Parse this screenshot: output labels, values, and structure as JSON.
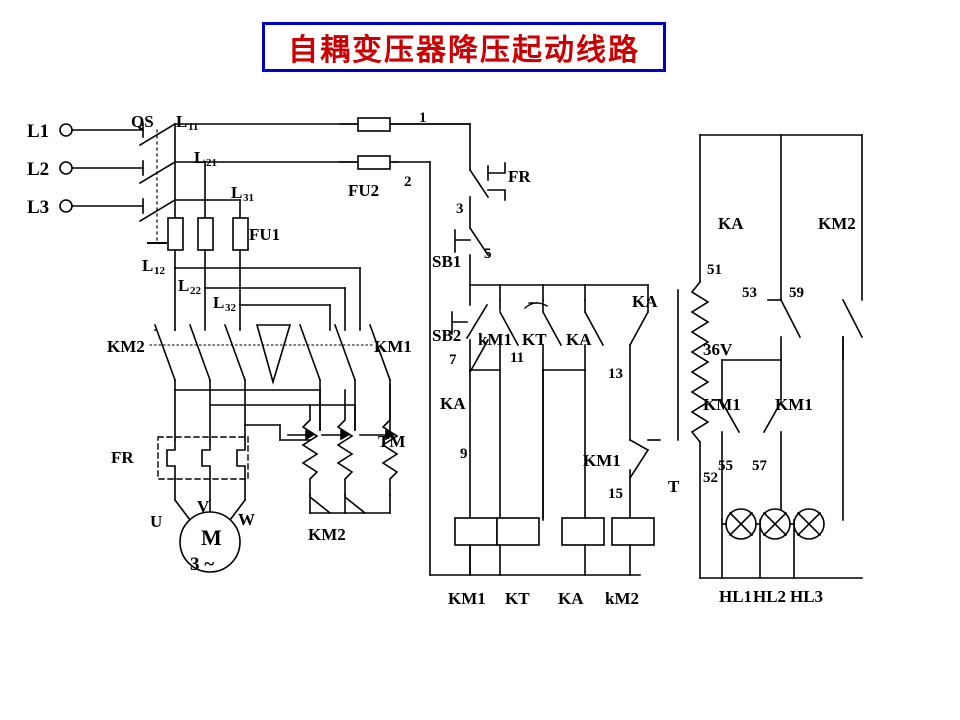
{
  "title": {
    "text": "自耦变压器降压起动线路",
    "text_color": "#cc0000",
    "border_color": "#0000cc"
  },
  "diagram": {
    "type": "electrical-schematic",
    "name": "Autotransformer step-down starting circuit",
    "power_circuit": {
      "supply_terminals": [
        "L1",
        "L2",
        "L3"
      ],
      "switch": "QS",
      "after_switch_labels": [
        "L11",
        "L21",
        "L31"
      ],
      "fuses_main": "FU1",
      "after_fuse_labels": [
        "L12",
        "L22",
        "L32"
      ],
      "contactor_left": "KM2",
      "contactor_right": "KM1",
      "overload_relay": "FR",
      "autotransformer": "TM",
      "autotransformer_shorting_contactor": "KM2",
      "motor": {
        "symbol": "M",
        "phase": "3 ~",
        "terminals": [
          "U",
          "V",
          "W"
        ]
      }
    },
    "control_circuit": {
      "fuses": "FU2",
      "nodes": [
        "1",
        "2",
        "3",
        "5",
        "7",
        "9",
        "11",
        "13",
        "15"
      ],
      "contacts": [
        {
          "label": "FR",
          "type": "nc-thermal"
        },
        {
          "label": "SB1",
          "type": "nc-push-button"
        },
        {
          "label": "SB2",
          "type": "no-push-button"
        },
        {
          "label": "kM1",
          "type": "no-aux"
        },
        {
          "label": "KT",
          "type": "timer-no"
        },
        {
          "label": "KA",
          "type": "no-aux"
        },
        {
          "label": "KA",
          "type": "no-aux"
        },
        {
          "label": "KA",
          "type": "no-aux"
        },
        {
          "label": "KM1",
          "type": "nc-aux"
        }
      ],
      "coils": [
        "KM1",
        "KT",
        "KA",
        "kM2"
      ]
    },
    "indicator_circuit": {
      "transformer": "T",
      "secondary_voltage": "36V",
      "nodes": [
        "51",
        "52",
        "53",
        "55",
        "57",
        "59"
      ],
      "contacts": [
        {
          "label": "KA",
          "type": "no-aux"
        },
        {
          "label": "KM2",
          "type": "no-aux"
        },
        {
          "label": "KM1",
          "type": "nc-aux"
        },
        {
          "label": "KM1",
          "type": "no-aux"
        }
      ],
      "lamps": [
        "HL1",
        "HL2",
        "HL3"
      ]
    }
  },
  "labels": {
    "L1": "L1",
    "L2": "L2",
    "L3": "L3",
    "QS": "QS",
    "L11": "L",
    "L11s": "11",
    "L21": "L",
    "L21s": "21",
    "L31": "L",
    "L31s": "31",
    "FU1": "FU1",
    "L12": "L",
    "L12s": "12",
    "L22": "L",
    "L22s": "22",
    "L32": "L",
    "L32s": "32",
    "KM2_left": "KM2",
    "KM1_right": "KM1",
    "FR_power": "FR",
    "TM": "TM",
    "KM2_tm": "KM2",
    "U": "U",
    "V": "V",
    "W": "W",
    "M": "M",
    "M3": "3 ~",
    "FU2": "FU2",
    "n1": "1",
    "n2": "2",
    "n3": "3",
    "n5": "5",
    "n7": "7",
    "n9": "9",
    "n11": "11",
    "n13": "13",
    "n15": "15",
    "FR_ctrl": "FR",
    "SB1": "SB1",
    "SB2": "SB2",
    "kM1": "kM1",
    "KT": "KT",
    "KA_a": "KA",
    "KA_b": "KA",
    "KA_c": "KA",
    "KM1_nc": "KM1",
    "coil_KM1": "KM1",
    "coil_KT": "KT",
    "coil_KA": "KA",
    "coil_kM2": "kM2",
    "KA_ind": "KA",
    "KM2_ind": "KM2",
    "n51": "51",
    "n53": "53",
    "n59": "59",
    "V36": "36V",
    "KM1_ind_l": "KM1",
    "KM1_ind_r": "KM1",
    "n55": "55",
    "n57": "57",
    "n52": "52",
    "T": "T",
    "HL1": "HL1",
    "HL2": "HL2",
    "HL3": "HL3"
  }
}
